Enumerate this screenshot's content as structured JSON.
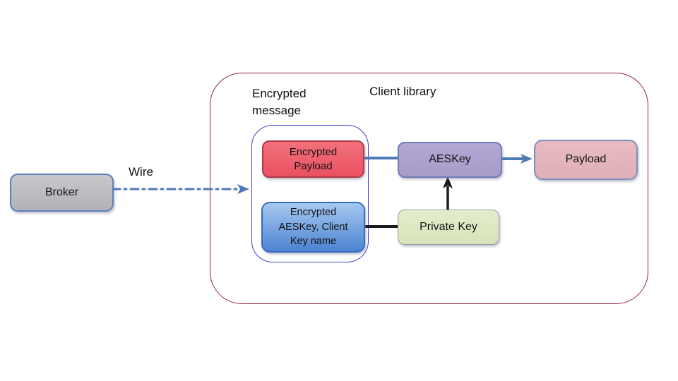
{
  "labels": {
    "wire": "Wire",
    "client_library": "Client library",
    "encrypted_message": "Encrypted\nmessage"
  },
  "nodes": {
    "broker": "Broker",
    "encrypted_payload": "Encrypted\nPayload",
    "encrypted_aeskey": "Encrypted\nAESKey, Client\nKey name",
    "aeskey": "AESKey",
    "private_key": "Private Key",
    "payload": "Payload"
  },
  "colors": {
    "broker_fill": "#bcbcc0",
    "broker_border": "#5b82b8",
    "client_library_border": "#8e2433",
    "encrypted_message_group_border": "#3d44cc",
    "encrypted_payload_fill": "#ee5f6d",
    "encrypted_payload_border": "#b03a49",
    "encrypted_aeskey_fill_top": "#a6c8f0",
    "encrypted_aeskey_fill_bottom": "#4c83d2",
    "encrypted_aeskey_border": "#3a6ac2",
    "aeskey_fill": "#aca1ce",
    "aeskey_border": "#6b7db4",
    "private_key_fill": "#dde8c2",
    "private_key_border": "#93a0a5",
    "payload_fill": "#e3b6bc",
    "payload_border": "#7b8fc2",
    "blue_connector": "#4f7ab5",
    "black_connector": "#1a1a1a",
    "background": "#ffffff"
  }
}
